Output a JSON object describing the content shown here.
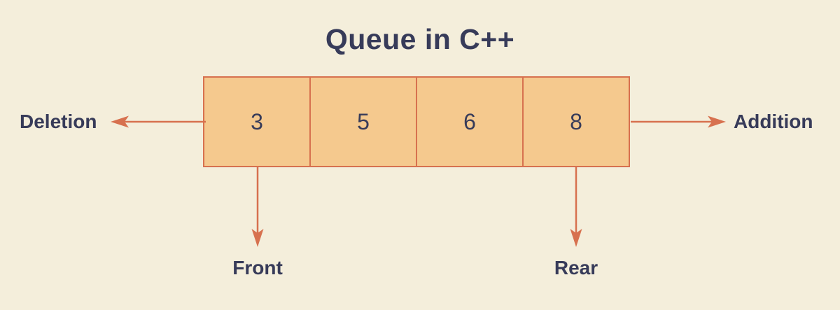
{
  "title": "Queue in C++",
  "queue": {
    "cells": [
      "3",
      "5",
      "6",
      "8"
    ]
  },
  "labels": {
    "deletion": "Deletion",
    "addition": "Addition",
    "front": "Front",
    "rear": "Rear"
  },
  "colors": {
    "background": "#f4eedb",
    "box_fill": "#f5c98e",
    "line": "#d7714f",
    "text": "#373b59"
  }
}
